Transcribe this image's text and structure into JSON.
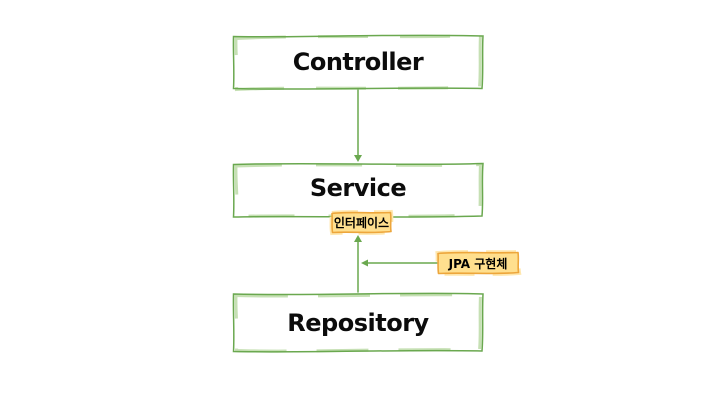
{
  "diagram": {
    "background": "#ffffff",
    "boxes": [
      {
        "id": "controller",
        "label": "Controller"
      },
      {
        "id": "service",
        "label": "Service"
      },
      {
        "id": "repository",
        "label": "Repository"
      }
    ],
    "tags": [
      {
        "id": "interface",
        "text": "인터페이스"
      },
      {
        "id": "jpa_impl",
        "text": "JPA 구현체"
      }
    ],
    "arrows": [
      {
        "from": "controller",
        "to": "service",
        "direction": "down"
      },
      {
        "from": "repository",
        "to": "service-interface",
        "direction": "up"
      },
      {
        "from": "jpa_impl",
        "to": "repository-service-line",
        "direction": "left"
      }
    ],
    "colors": {
      "stroke_green": "#6aa84f",
      "stroke_green_light": "#c6e0b4",
      "tag_fill": "#ffdf8e",
      "tag_stroke": "#eda63c",
      "tag_halo": "#ffe7ae",
      "text": "#0c0c0c"
    }
  }
}
